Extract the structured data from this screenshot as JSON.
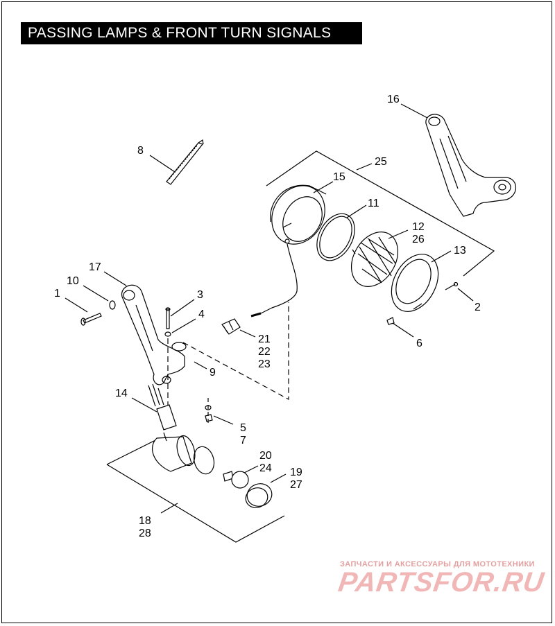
{
  "title": "PASSING LAMPS & FRONT TURN SIGNALS",
  "callouts": {
    "c1": "1",
    "c2": "2",
    "c3": "3",
    "c4": "4",
    "c5": "5",
    "c7": "7",
    "c6": "6",
    "c8": "8",
    "c9": "9",
    "c10": "10",
    "c11": "11",
    "c12": "12",
    "c26": "26",
    "c13": "13",
    "c14": "14",
    "c15": "15",
    "c16": "16",
    "c17": "17",
    "c18": "18",
    "c28": "28",
    "c19": "19",
    "c27": "27",
    "c20": "20",
    "c24": "24",
    "c21": "21",
    "c22": "22",
    "c23": "23",
    "c25": "25"
  },
  "watermark": {
    "subtitle": "ЗАПЧАСТИ И АКСЕССУАРЫ ДЛЯ МОТОТЕХНИКИ",
    "logo": "PARTSFOR.RU"
  },
  "colors": {
    "ink": "#000000",
    "watermark": "#f1b7b7"
  }
}
